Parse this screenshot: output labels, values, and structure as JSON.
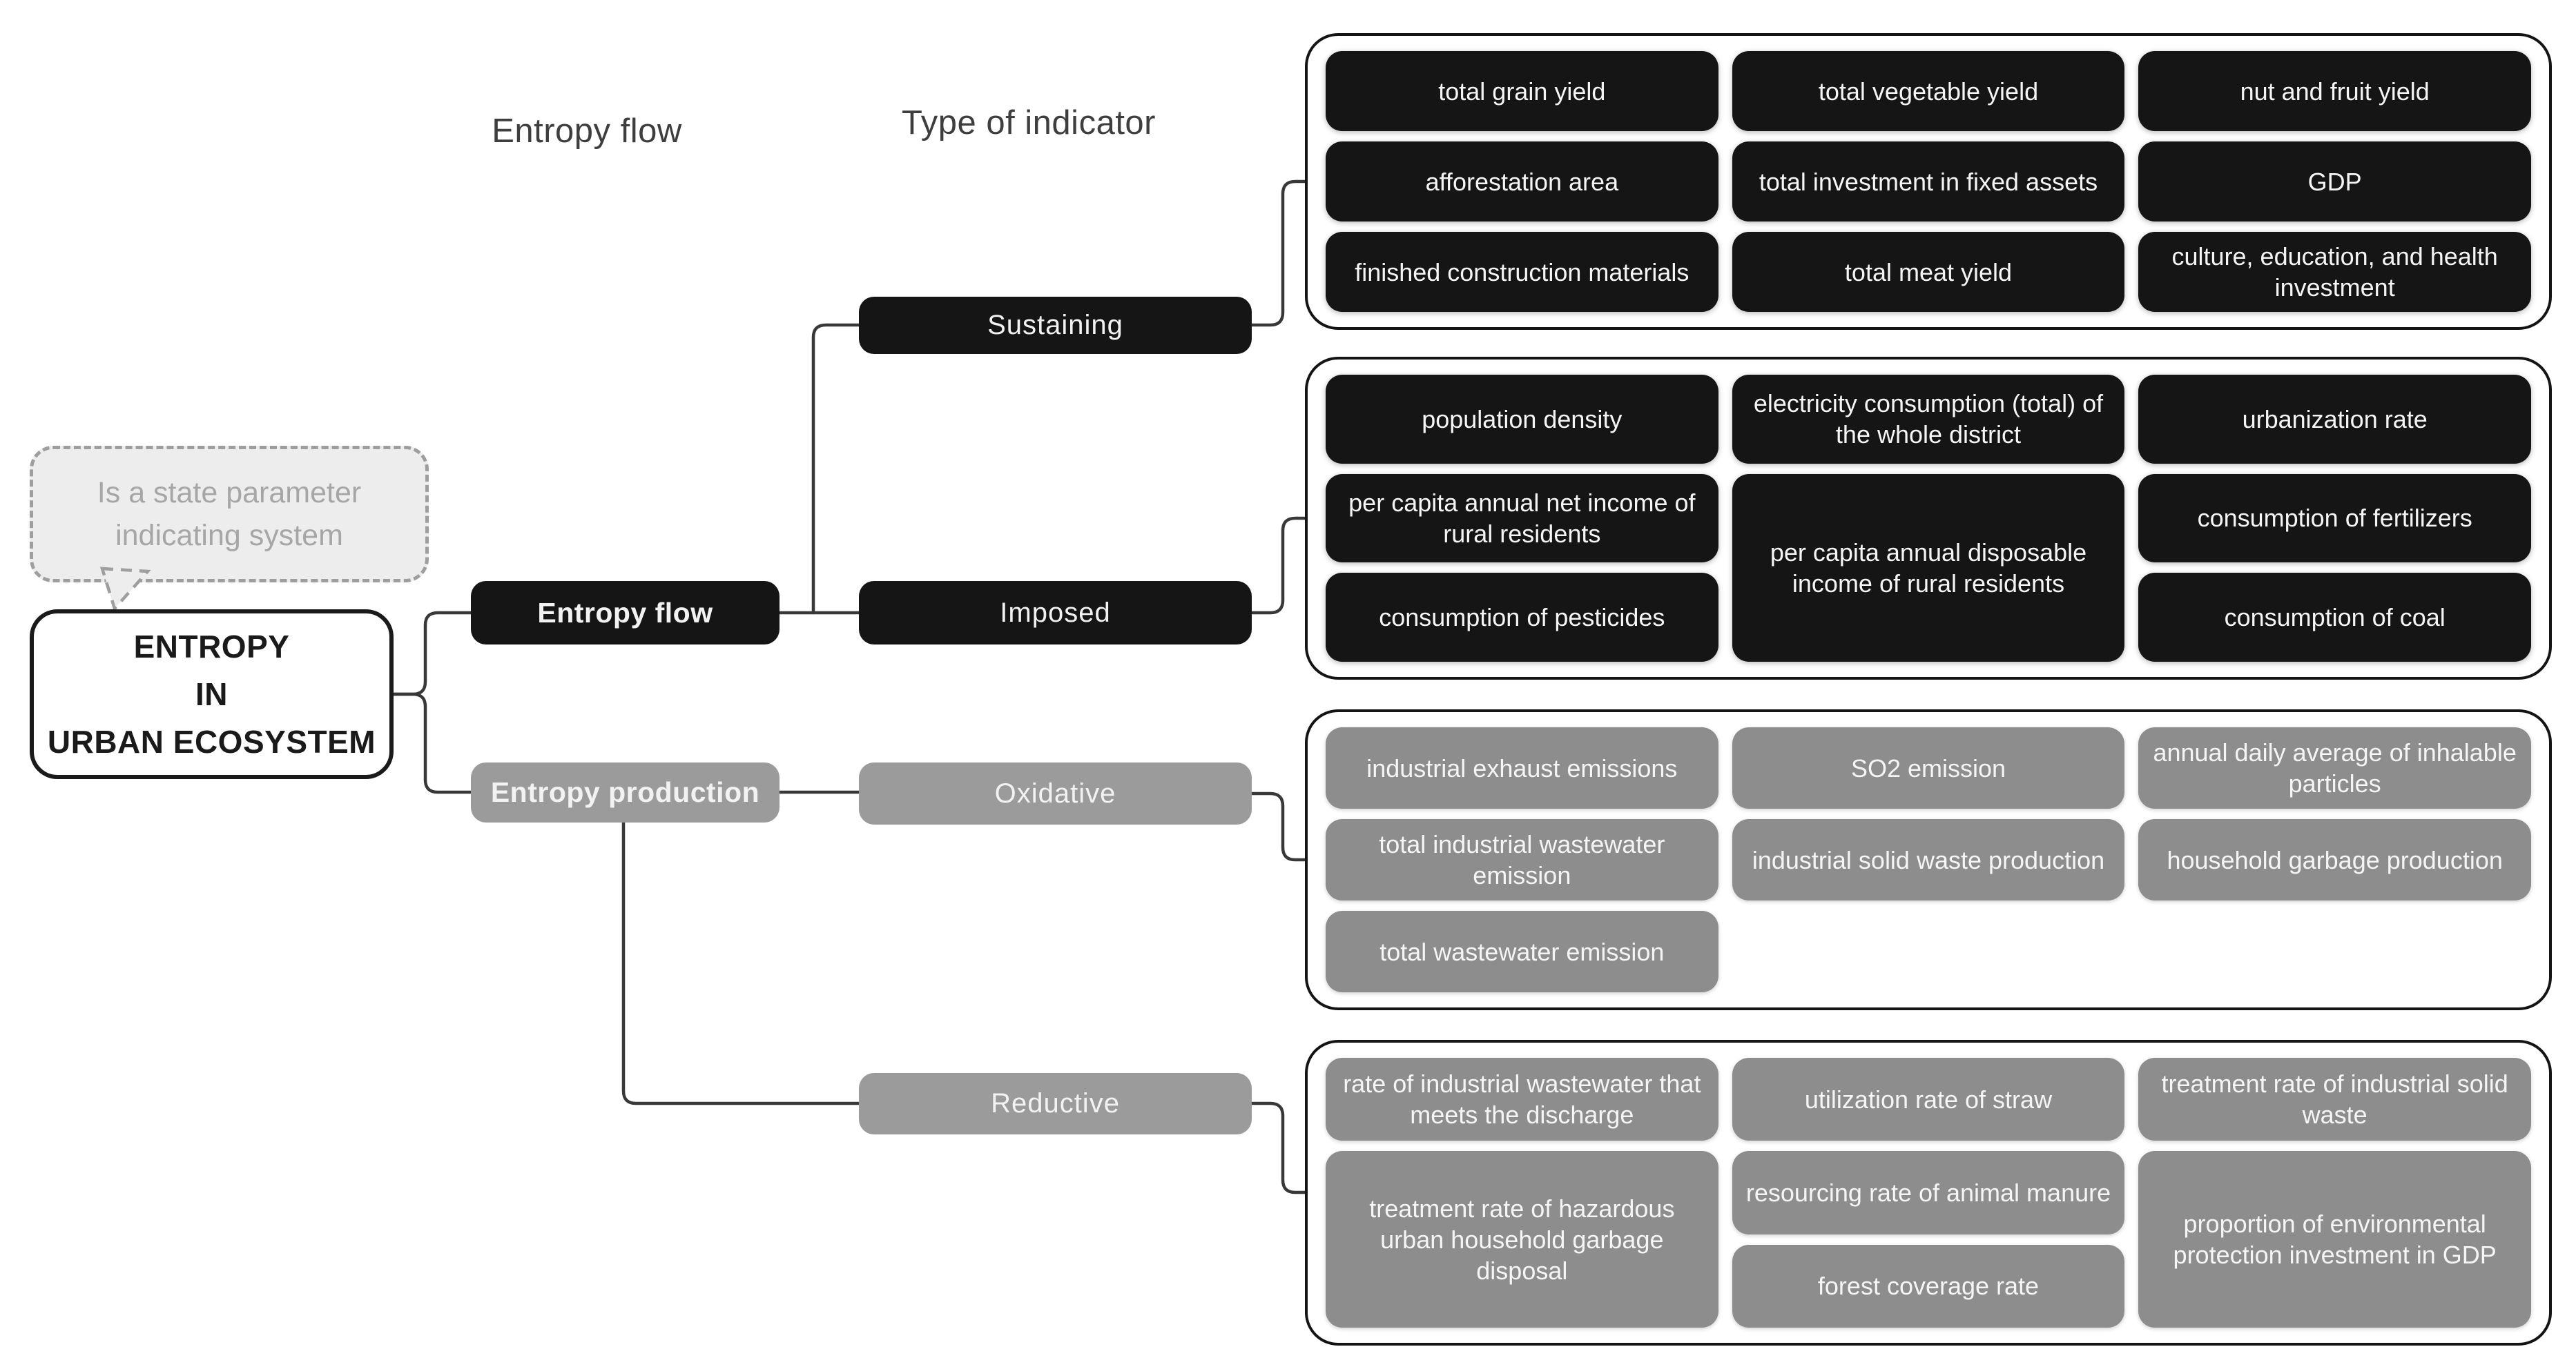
{
  "headers": {
    "entropy_flow": "Entropy flow",
    "type_of_indicator": "Type of indicator"
  },
  "tooltip": {
    "text": "Is a state parameter indicating system"
  },
  "root": {
    "label": "ENTROPY\nIN\nURBAN ECOSYSTEM"
  },
  "branches": [
    {
      "label": "Entropy flow",
      "style": "black"
    },
    {
      "label": "Entropy production",
      "style": "gray"
    }
  ],
  "types": [
    {
      "label": "Sustaining",
      "style": "black"
    },
    {
      "label": "Imposed",
      "style": "black"
    },
    {
      "label": "Oxidative",
      "style": "gray"
    },
    {
      "label": "Reductive",
      "style": "gray"
    }
  ],
  "groups": {
    "sustaining": {
      "indicators": [
        "total grain yield",
        "total vegetable yield",
        "nut and fruit yield",
        "afforestation area",
        "total investment in fixed assets",
        "GDP",
        "finished construction materials",
        "total meat yield",
        "culture, education, and health investment"
      ]
    },
    "imposed": {
      "indicators": [
        "population density",
        "electricity consumption (total) of the whole district",
        "urbanization rate",
        "per capita annual net income of rural residents",
        "per capita annual disposable income of rural residents",
        "consumption of fertilizers",
        "consumption of pesticides",
        "consumption of coal"
      ]
    },
    "oxidative": {
      "indicators": [
        "industrial exhaust emissions",
        "SO2 emission",
        "annual daily average of inhalable particles",
        "total industrial wastewater emission",
        "industrial solid waste production",
        "household garbage production",
        "total wastewater emission"
      ]
    },
    "reductive": {
      "indicators": [
        "rate of industrial wastewater that meets the discharge",
        "utilization rate of straw",
        "treatment rate of industrial solid waste",
        "treatment rate of hazardous urban household garbage disposal",
        "resourcing rate of animal manure",
        "proportion of environmental protection investment in GDP",
        "forest coverage rate"
      ]
    }
  },
  "colors": {
    "chip-black": "#151515",
    "chip-gray": "#8d8d8d",
    "node-gray": "#9b9b9b",
    "line": "#383838",
    "bubble-bg": "#ededed",
    "bubble-border": "#9e9e9e"
  }
}
